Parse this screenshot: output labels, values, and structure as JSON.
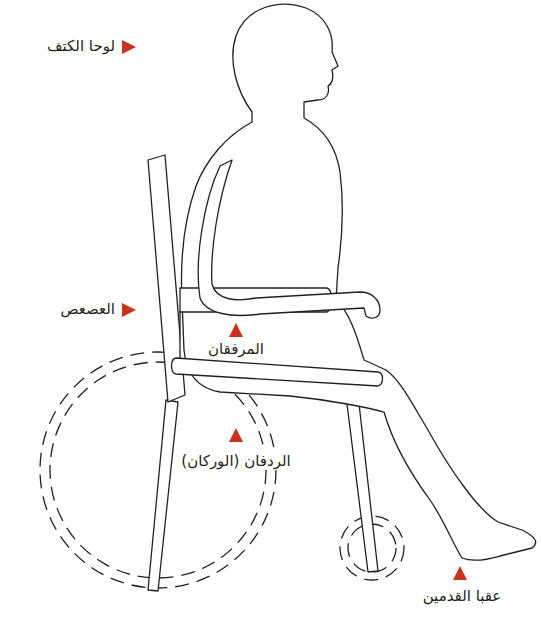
{
  "diagram": {
    "labels": [
      "لوحا الكتف",
      "العصعص",
      "المرفقان",
      "الردفان (الوركان)",
      "عقبا القدمين"
    ]
  }
}
